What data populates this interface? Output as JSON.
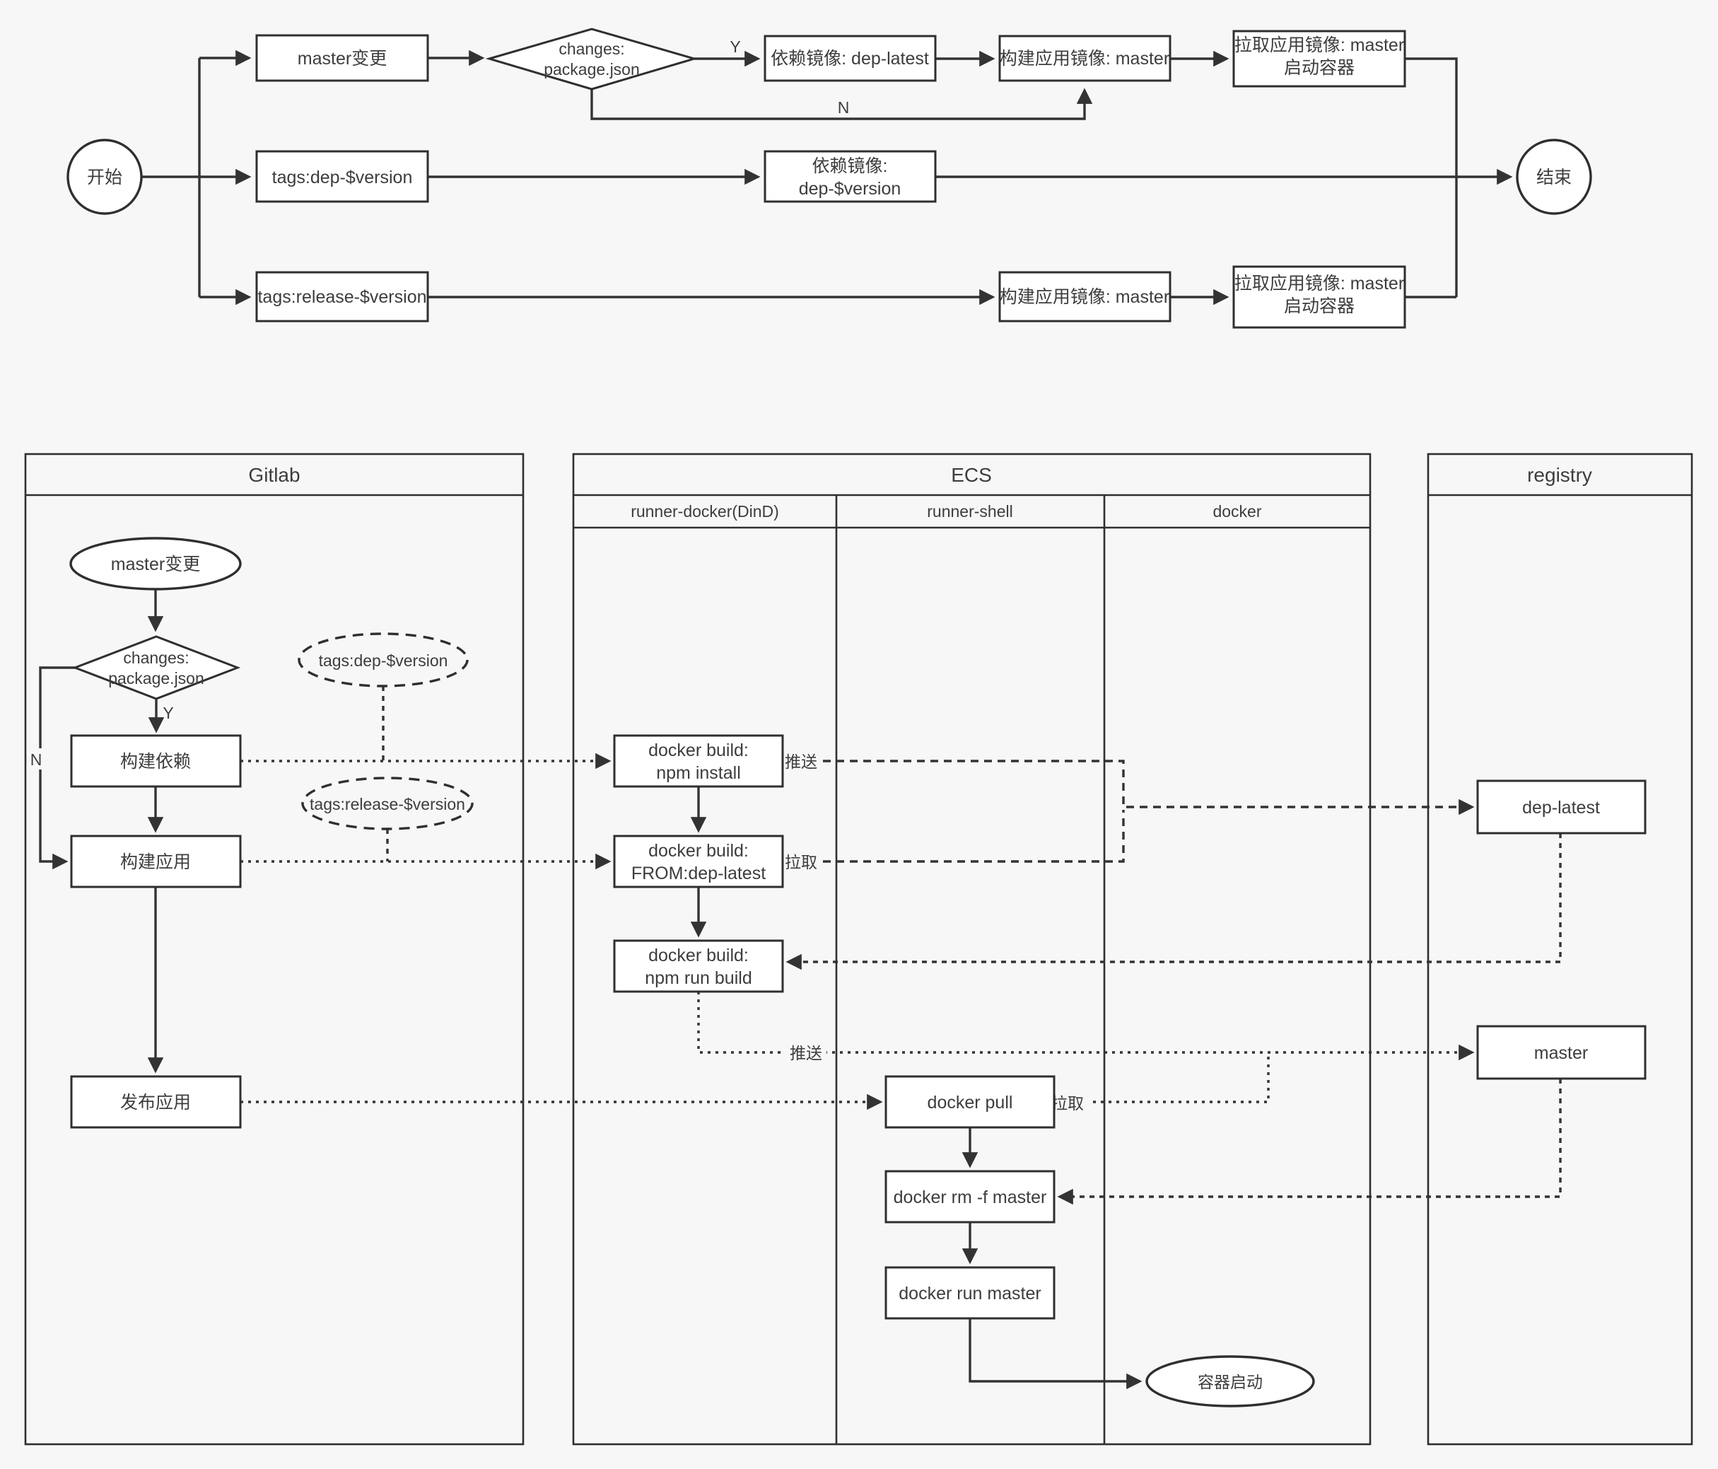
{
  "colors": {
    "background": "#f7f7f7",
    "stroke": "#2f2f2f",
    "text": "#3d3d3d",
    "node_fill": "#ffffff"
  },
  "top_flow": {
    "start": "开始",
    "end": "结束",
    "yes": "Y",
    "no": "N",
    "master_change": "master变更",
    "cond_line1": "changes:",
    "cond_line2": "package.json",
    "dep_image_latest": "依赖镜像: dep-latest",
    "build_app_image": "构建应用镜像: master",
    "pull_app_line1": "拉取应用镜像: master",
    "pull_app_line2": "启动容器",
    "tag_dep": "tags:dep-$version",
    "dep_image_ver_line1": "依赖镜像:",
    "dep_image_ver_line2": "dep-$version",
    "tag_release": "tags:release-$version"
  },
  "lanes": {
    "gitlab": {
      "title": "Gitlab",
      "master_change": "master变更",
      "cond_line1": "changes:",
      "cond_line2": "package.json",
      "yes": "Y",
      "no": "N",
      "build_dep": "构建依赖",
      "build_app": "构建应用",
      "publish_app": "发布应用",
      "tag_dep": "tags:dep-$version",
      "tag_release": "tags:release-$version"
    },
    "ecs": {
      "title": "ECS",
      "columns": {
        "runner_docker": "runner-docker(DinD)",
        "runner_shell": "runner-shell",
        "docker": "docker"
      },
      "npm_install_line1": "docker build:",
      "npm_install_line2": "npm install",
      "from_dep_line1": "docker build:",
      "from_dep_line2": "FROM:dep-latest",
      "npm_build_line1": "docker build:",
      "npm_build_line2": "npm run build",
      "docker_pull": "docker pull",
      "docker_rm": "docker rm -f master",
      "docker_run": "docker run master",
      "container_start": "容器启动"
    },
    "registry": {
      "title": "registry",
      "dep_latest": "dep-latest",
      "master": "master"
    }
  },
  "edge_labels": {
    "push": "推送",
    "pull": "拉取"
  }
}
